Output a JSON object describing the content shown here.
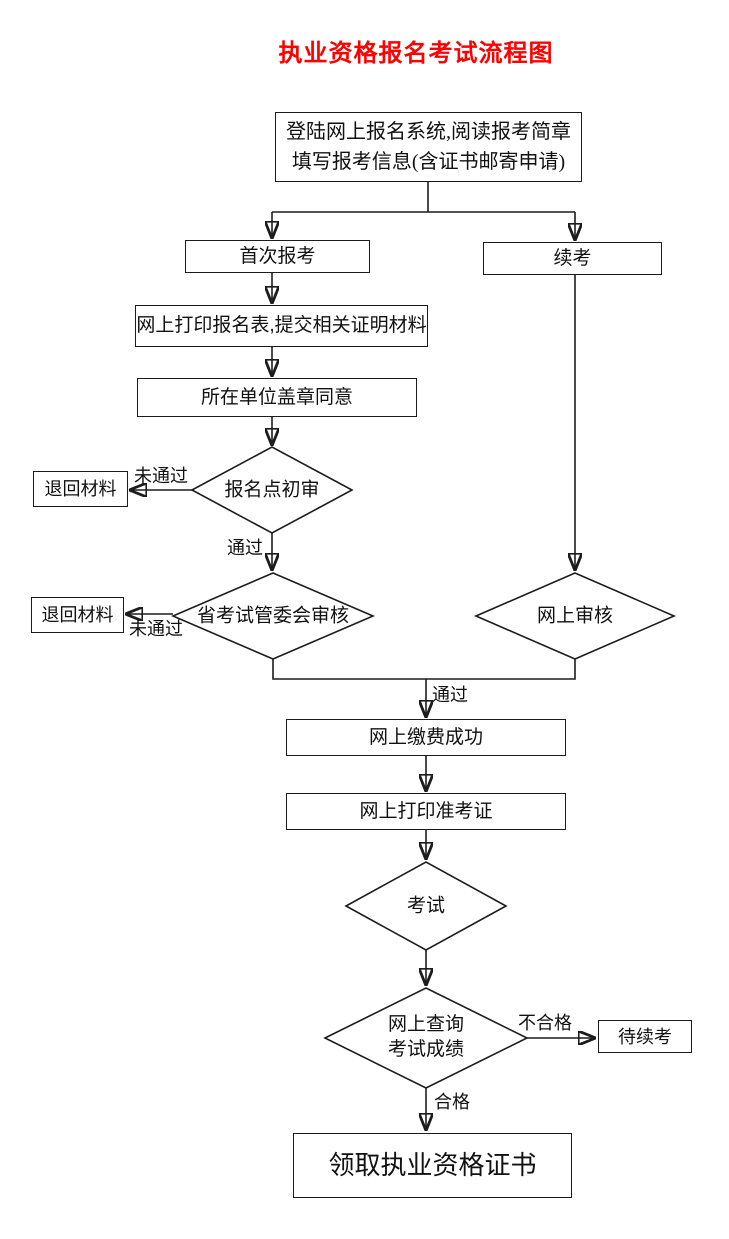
{
  "title": "执业资格报名考试流程图",
  "colors": {
    "title": "#ff0000",
    "line": "#1c1c1c",
    "text": "#111111",
    "node-fill": "#ffffff",
    "background": "#ffffff"
  },
  "nodes": {
    "login": {
      "line1": "登陆网上报名系统,阅读报考简章",
      "line2": "填写报考信息(含证书邮寄申请)"
    },
    "first_time": {
      "label": "首次报考"
    },
    "continue_exam": {
      "label": "续考"
    },
    "print_form": {
      "label": "网上打印报名表,提交相关证明材料"
    },
    "employer_stamp": {
      "label": "所在单位盖章同意"
    },
    "site_review": {
      "label": "报名点初审"
    },
    "return_materials_1": {
      "label": "退回材料"
    },
    "provincial_review": {
      "label": "省考试管委会审核"
    },
    "return_materials_2": {
      "label": "退回材料"
    },
    "online_review": {
      "label": "网上审核"
    },
    "pay_online": {
      "label": "网上缴费成功"
    },
    "print_ticket": {
      "label": "网上打印准考证"
    },
    "exam": {
      "label": "考试"
    },
    "check_score": {
      "line1": "网上查询",
      "line2": "考试成绩"
    },
    "await_retake": {
      "label": "待续考"
    },
    "get_certificate": {
      "label": "领取执业资格证书"
    }
  },
  "edge_labels": {
    "site_review_fail": "未通过",
    "site_review_pass": "通过",
    "provincial_fail": "未通过",
    "merge_pass": "通过",
    "score_fail": "不合格",
    "score_pass": "合格"
  }
}
